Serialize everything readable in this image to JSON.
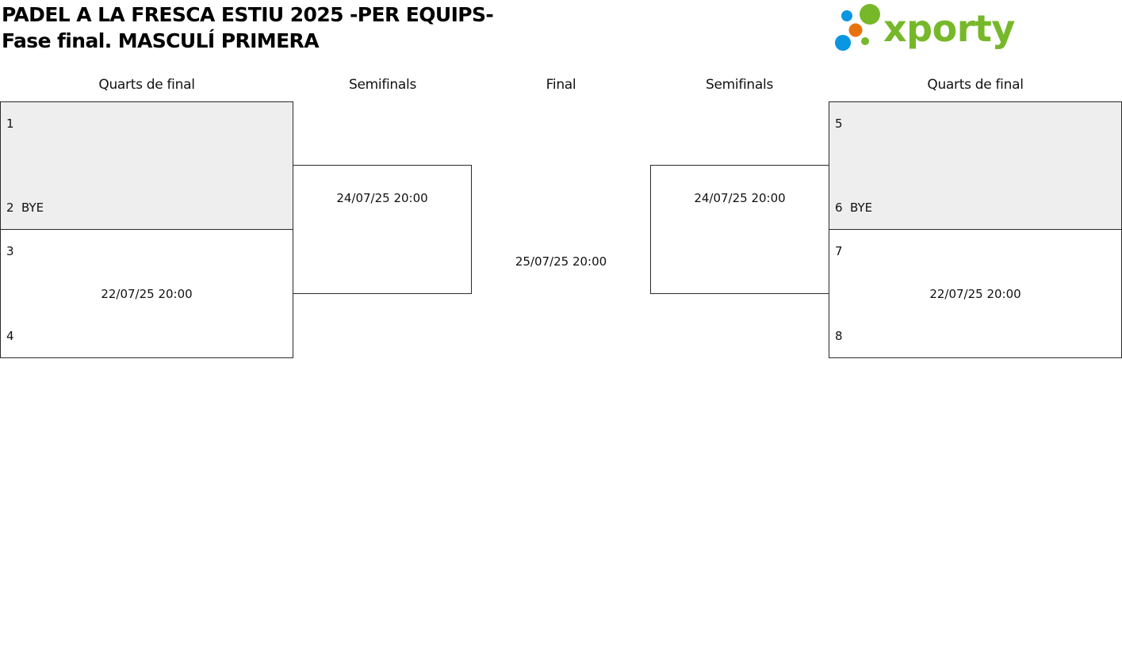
{
  "title": {
    "line1": "PADEL A LA FRESCA ESTIU 2025 -PER EQUIPS-",
    "line2": "Fase final. MASCULÍ PRIMERA"
  },
  "logo": {
    "text": "xporty",
    "colors": {
      "green": "#77b82a",
      "blue": "#0a96e0",
      "orange": "#e8730e"
    }
  },
  "rounds": {
    "left_quarters": "Quarts de final",
    "left_semis": "Semifinals",
    "final": "Final",
    "right_semis": "Semifinals",
    "right_quarters": "Quarts de final"
  },
  "matches": {
    "q1": {
      "top_seed": "1",
      "top_team": "",
      "bottom_seed": "2",
      "bottom_team": "BYE",
      "datetime": ""
    },
    "q2": {
      "top_seed": "3",
      "top_team": "",
      "bottom_seed": "4",
      "bottom_team": "",
      "datetime": "22/07/25 20:00"
    },
    "q3": {
      "top_seed": "5",
      "top_team": "",
      "bottom_seed": "6",
      "bottom_team": "BYE",
      "datetime": ""
    },
    "q4": {
      "top_seed": "7",
      "top_team": "",
      "bottom_seed": "8",
      "bottom_team": "",
      "datetime": "22/07/25 20:00"
    },
    "s1": {
      "datetime": "24/07/25 20:00"
    },
    "s2": {
      "datetime": "24/07/25 20:00"
    },
    "final": {
      "datetime": "25/07/25 20:00"
    }
  }
}
